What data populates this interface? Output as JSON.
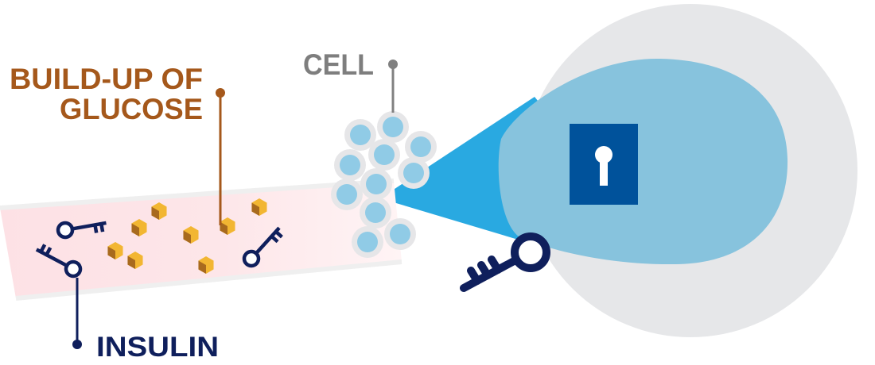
{
  "labels": {
    "glucose_line1": "BUILD-UP OF",
    "glucose_line2": "GLUCOSE",
    "cell": "CELL",
    "insulin": "INSULIN"
  },
  "colors": {
    "glucose_label": "#A5581B",
    "cell_label": "#7E7E7E",
    "insulin_label": "#0F1F5C",
    "vessel_fill": "#FCE4E7",
    "cell_fill": "#90CBE6",
    "cell_outline": "#E6E6E8",
    "beam": "#29A9E1",
    "zoom_outer": "#E6E6E8",
    "zoom_inner": "#86C2DC",
    "keyhole_plate": "#00529B",
    "key": "#0F1F5C",
    "glucose_light": "#F2B632",
    "glucose_dark": "#A86A1E"
  },
  "icons": {
    "key": "key-icon",
    "keyhole": "keyhole-icon",
    "glucose_molecule": "hexagon-molecule-icon"
  }
}
